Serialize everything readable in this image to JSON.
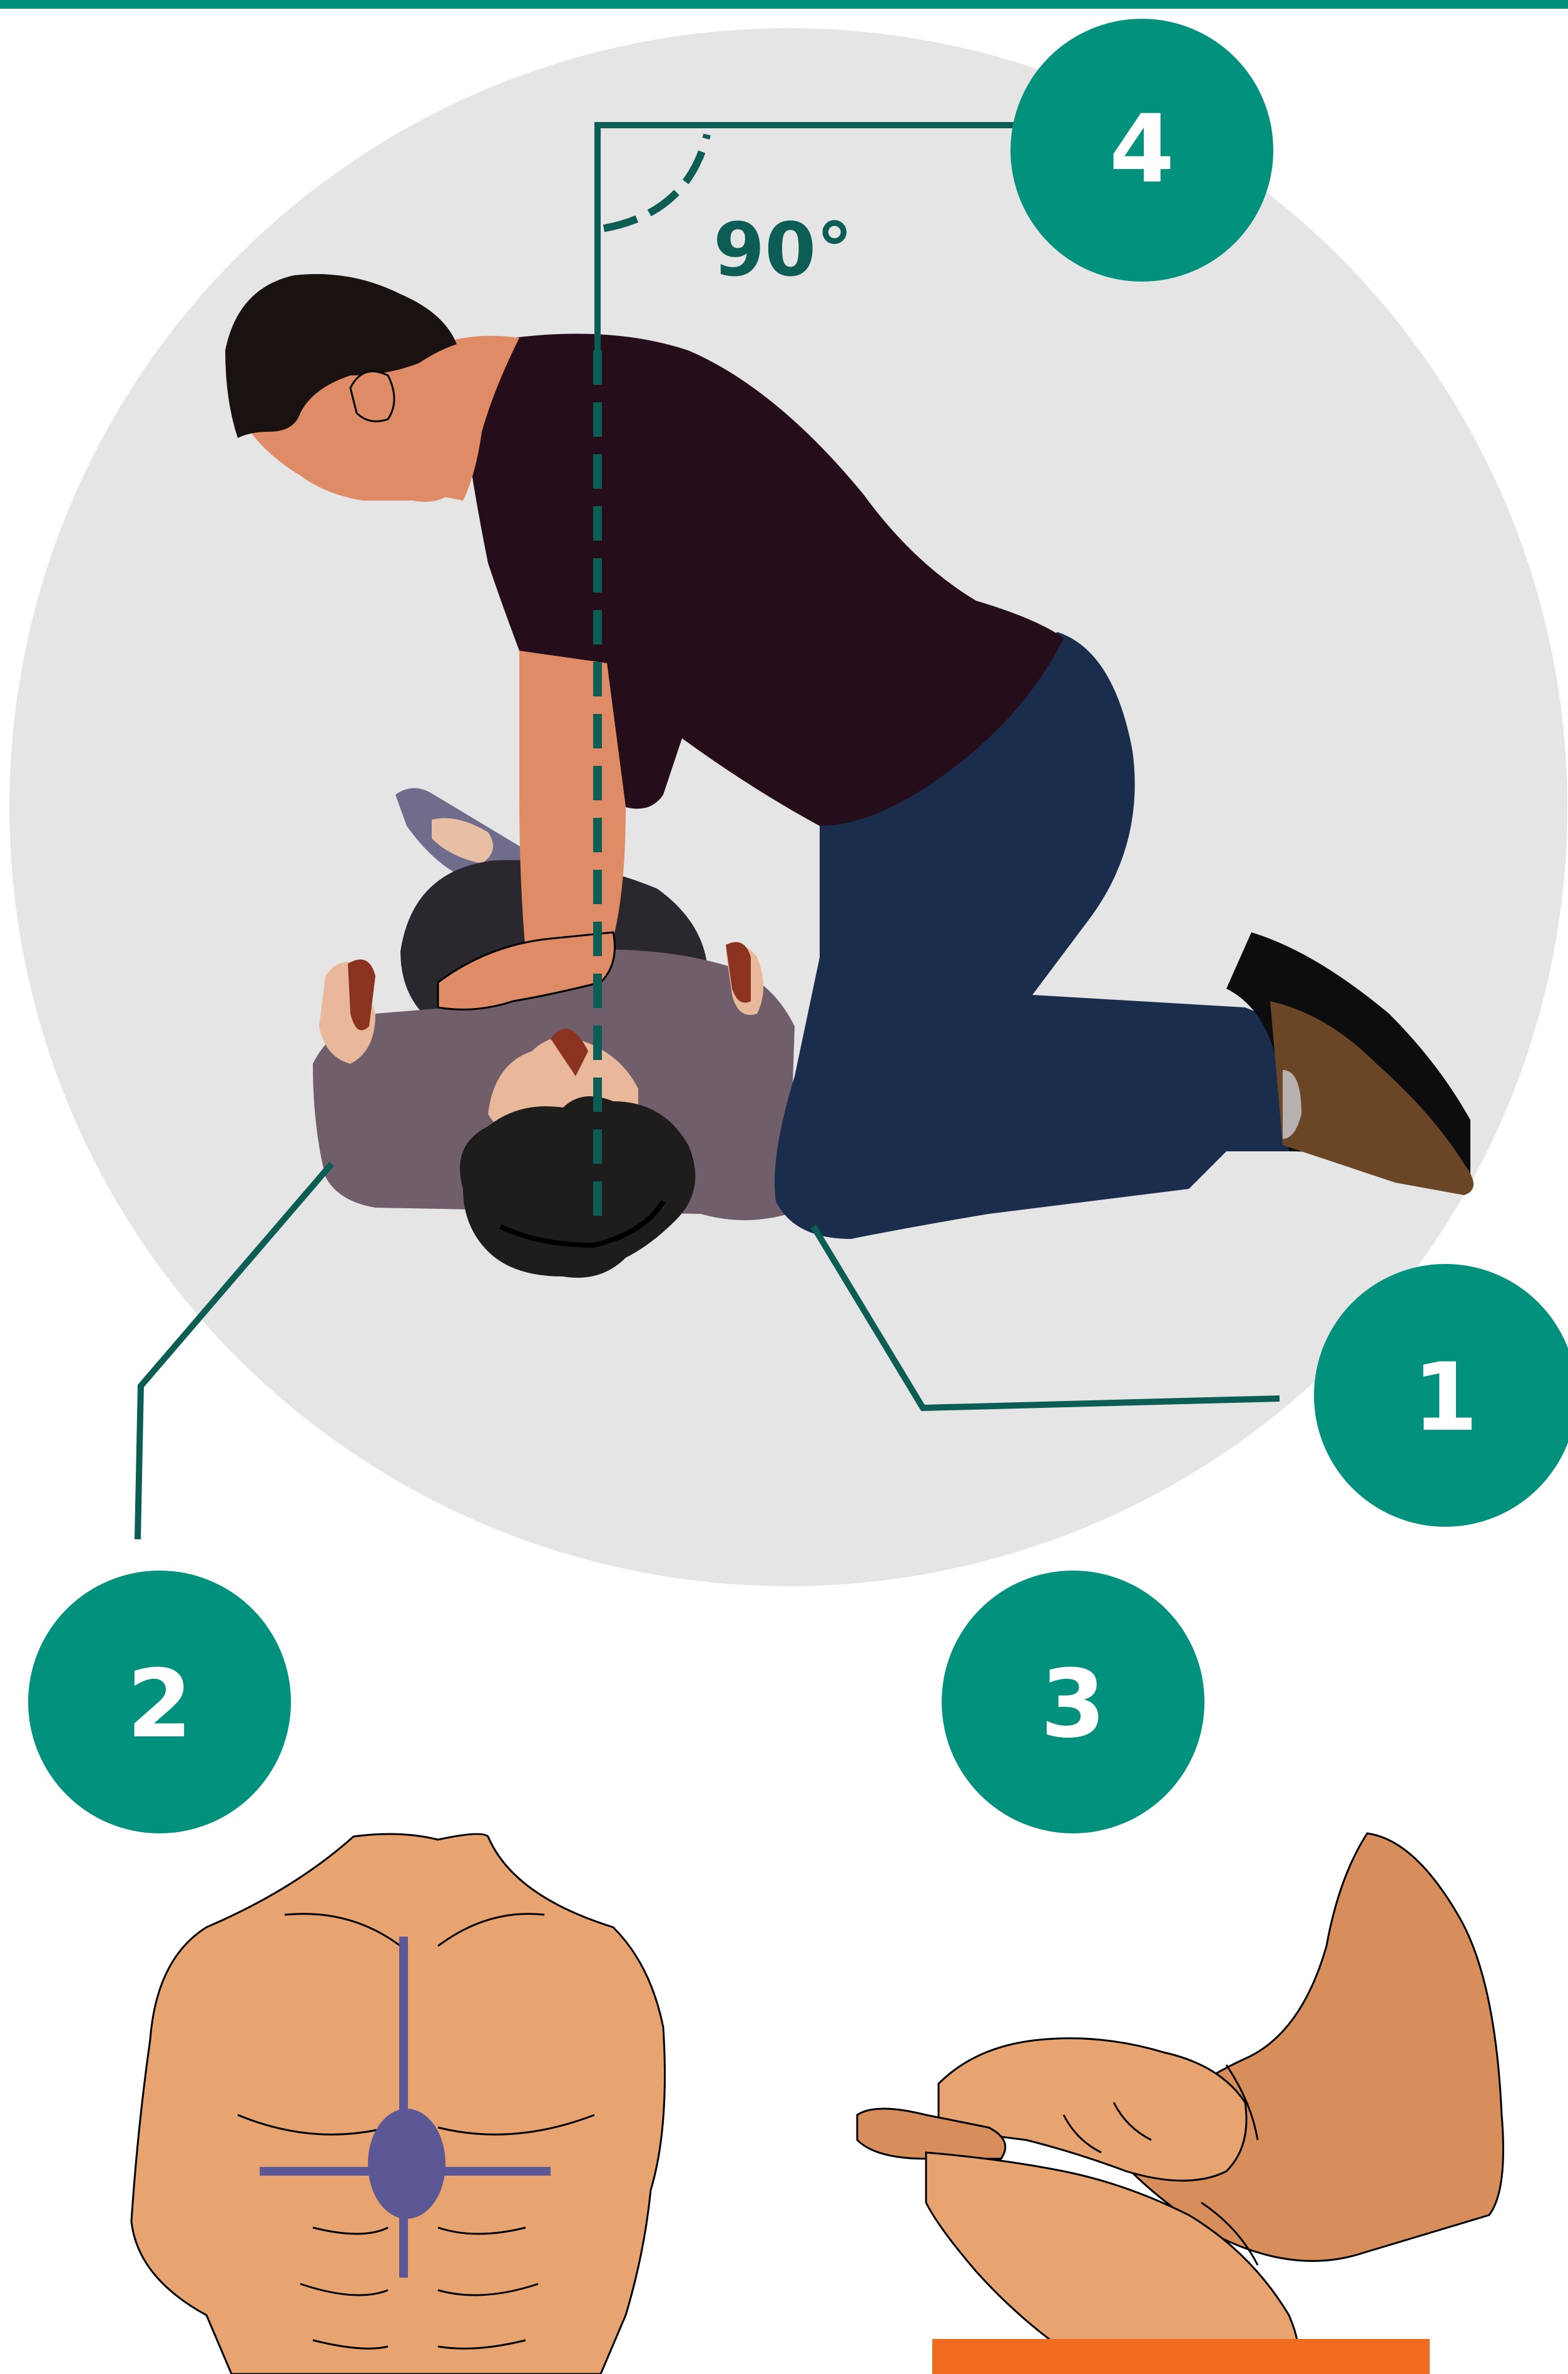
{
  "angle_label": "90°",
  "steps": [
    {
      "number": "1",
      "topic": "kneeling-beside-victim"
    },
    {
      "number": "2",
      "topic": "hand-position-on-chest"
    },
    {
      "number": "3",
      "topic": "interlocked-hands"
    },
    {
      "number": "4",
      "topic": "arms-perpendicular"
    }
  ],
  "colors": {
    "accent_teal": "#01917d",
    "guide_line": "#0c5d53",
    "background_circle": "#e5e5e6",
    "top_rule": "#01917d",
    "skin": "#e8a470",
    "rescuer_shirt": "#250d19",
    "rescuer_jeans": "#1b2d4d",
    "victim_shirt": "#705f6b",
    "hair": "#1f1c1c",
    "shoe": "#6a4526",
    "sternum_mark": "#5c5795",
    "surface_bar": "#ee6b1f"
  },
  "icons": {
    "rescuer": "rescuer-figure-icon",
    "victim": "victim-figure-icon",
    "torso": "torso-icon",
    "hands": "hands-icon"
  }
}
